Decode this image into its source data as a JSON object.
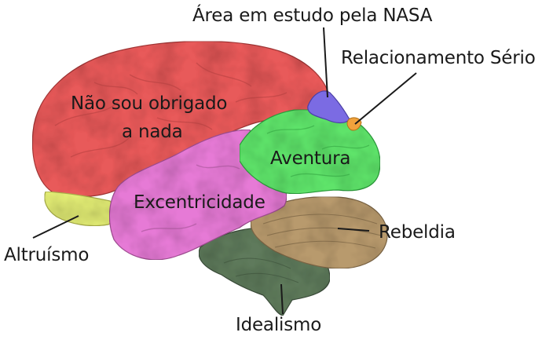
{
  "labels": {
    "nasa": "Área em estudo pela NASA",
    "relacionamento": "Relacionamento Sério",
    "obrigado_line1": "Não sou obrigado",
    "obrigado_line2": "a nada",
    "aventura": "Aventura",
    "excentricidade": "Excentricidade",
    "altruismo": "Altruísmo",
    "rebeldia": "Rebeldia",
    "idealismo": "Idealismo"
  },
  "colors": {
    "frontal": "#e85a5a",
    "parietal_pink": "#e67ad6",
    "green": "#5fe36b",
    "yellow": "#e2ec74",
    "cerebellum": "#b89a6d",
    "brainstem": "#5e7a5c",
    "purple": "#7b6be3",
    "orange": "#f0a23c",
    "background": "#ffffff"
  }
}
